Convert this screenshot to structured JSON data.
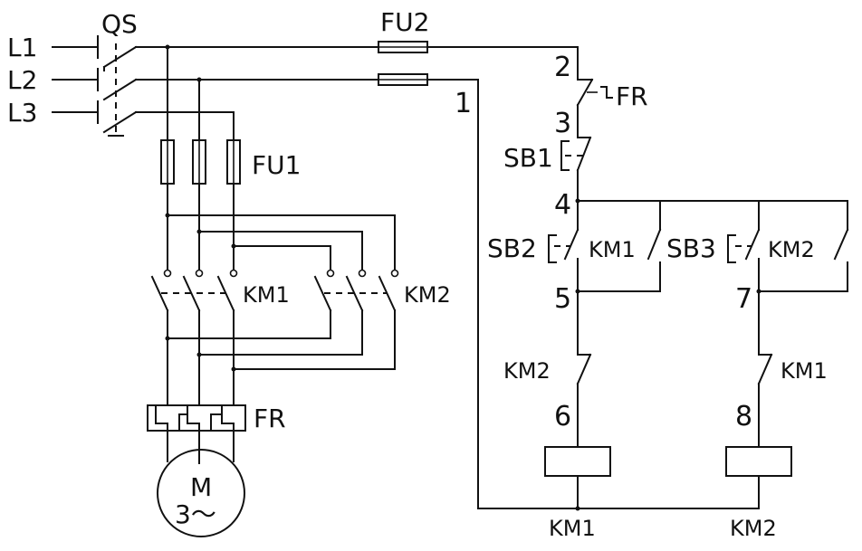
{
  "labels": {
    "l1": "L1",
    "l2": "L2",
    "l3": "L3",
    "qs": "QS",
    "fu1": "FU1",
    "fu2": "FU2",
    "km1_main": "KM1",
    "km2_main": "KM2",
    "fr_main": "FR",
    "motor_m": "M",
    "motor_phase": "3～",
    "fr_ctrl": "FR",
    "sb1": "SB1",
    "sb2": "SB2",
    "sb3": "SB3",
    "km1_hold": "KM1",
    "km2_hold": "KM2",
    "km2_interlock": "KM2",
    "km1_interlock": "KM1",
    "coil_km1": "KM1",
    "coil_km2": "KM2"
  },
  "nodes": {
    "n1": "1",
    "n2": "2",
    "n3": "3",
    "n4": "4",
    "n5": "5",
    "n6": "6",
    "n7": "7",
    "n8": "8"
  }
}
